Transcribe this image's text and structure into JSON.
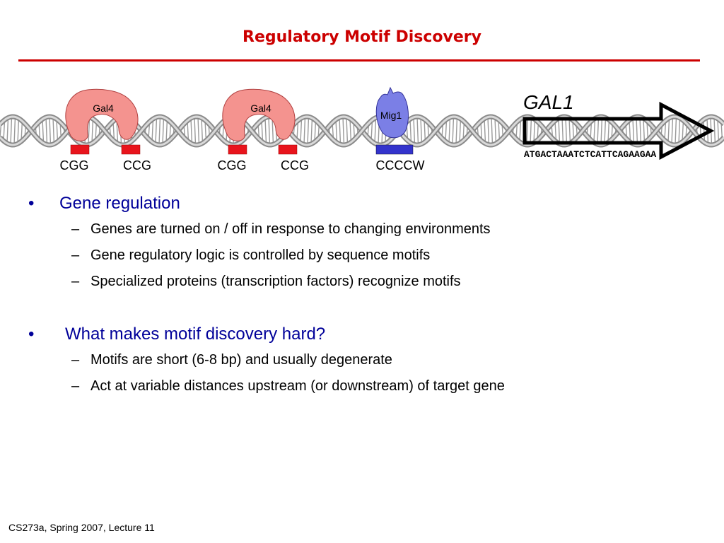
{
  "slide": {
    "title": "Regulatory Motif Discovery",
    "footer": "CS273a, Spring 2007, Lecture 11"
  },
  "diagram": {
    "gene_label": "GAL1",
    "sequence": "ATGACTAAATCTCATTCAGAAGAA",
    "proteins": [
      {
        "label": "Gal4",
        "color": "#f4938f"
      },
      {
        "label": "Gal4",
        "color": "#f4938f"
      },
      {
        "label": "Mig1",
        "color": "#7b7fe6"
      }
    ],
    "site_labels": [
      "CGG",
      "CCG",
      "CGG",
      "CCG",
      "CCCCW"
    ],
    "site_colors": {
      "gal4": "#e8141c",
      "mig1": "#3333cc"
    }
  },
  "bullets": [
    {
      "text": "Gene regulation",
      "subs": [
        "Genes are turned on / off in response to changing environments",
        "Gene regulatory logic is controlled by sequence motifs",
        "Specialized proteins (transcription factors) recognize motifs"
      ]
    },
    {
      "text": "What makes motif discovery hard?",
      "subs": [
        "Motifs are short (6-8 bp) and usually degenerate",
        "Act at variable distances upstream (or downstream) of target gene"
      ]
    }
  ],
  "bullet_glyph": "•",
  "dash_glyph": "–"
}
